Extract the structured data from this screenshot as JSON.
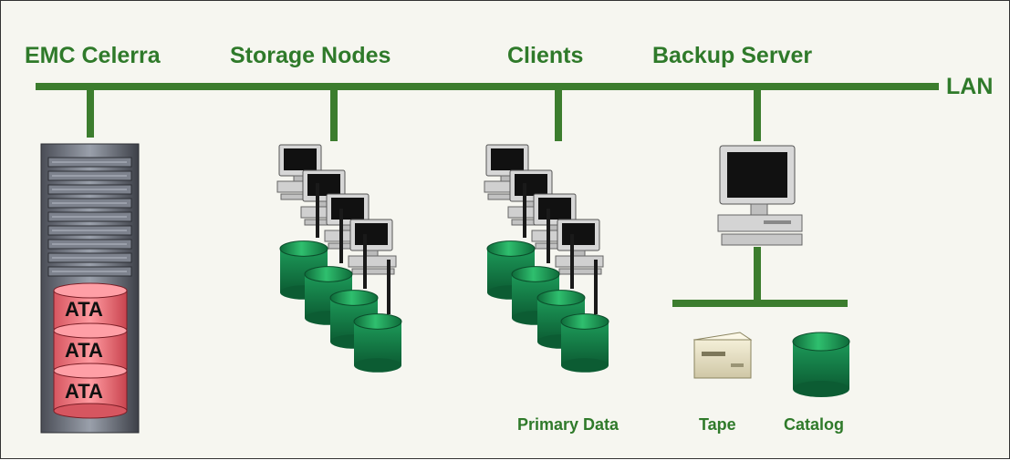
{
  "labels": {
    "emc_celerra": "EMC Celerra",
    "storage_nodes": "Storage Nodes",
    "clients": "Clients",
    "backup_server": "Backup Server",
    "lan": "LAN",
    "primary_data": "Primary Data",
    "tape": "Tape",
    "catalog": "Catalog"
  },
  "ata_disks": [
    "ATA",
    "ATA",
    "ATA"
  ],
  "colors": {
    "label_green": "#2f7a2a",
    "line_green": "#3c7d2e",
    "ata_text": "#111111",
    "ata_disk_fill": "#f07a80",
    "cylinder_green": "#22a060",
    "background": "#f6f6f0"
  },
  "icons": [
    "rack-server-icon",
    "workstation-icon",
    "database-cylinder-icon",
    "tape-drive-icon",
    "desktop-computer-icon"
  ]
}
